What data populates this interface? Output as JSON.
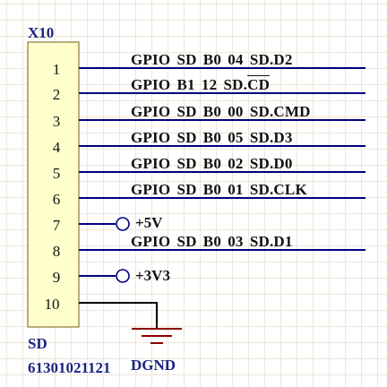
{
  "component": {
    "designator": "X10",
    "name": "SD",
    "part_number": "61301021121",
    "body_color": "#ffffcc",
    "wire_color": "#000080",
    "pins": [
      {
        "number": "1"
      },
      {
        "number": "2"
      },
      {
        "number": "3"
      },
      {
        "number": "4"
      },
      {
        "number": "5"
      },
      {
        "number": "6"
      },
      {
        "number": "7"
      },
      {
        "number": "8"
      },
      {
        "number": "9"
      },
      {
        "number": "10"
      }
    ]
  },
  "nets": [
    {
      "pin": "1",
      "prefix": "GPIO_SD_B0_04_",
      "signal": "SD.D2"
    },
    {
      "pin": "2",
      "prefix": "GPIO_B1_12_",
      "signal": "SD.",
      "signal_overline": "CD"
    },
    {
      "pin": "3",
      "prefix": "GPIO_SD_B0_00_",
      "signal": "SD.CMD"
    },
    {
      "pin": "4",
      "prefix": "GPIO_SD_B0_05_",
      "signal": "SD.D3"
    },
    {
      "pin": "5",
      "prefix": "GPIO_SD_B0_02_",
      "signal": "SD.D0"
    },
    {
      "pin": "6",
      "prefix": "GPIO_SD_B0_01_",
      "signal": "SD.CLK"
    },
    {
      "pin": "8",
      "prefix": "GPIO_SD_B0_03_",
      "signal": "SD.D1"
    }
  ],
  "power": [
    {
      "pin": "7",
      "label": "+5V"
    },
    {
      "pin": "9",
      "label": "+3V3"
    }
  ],
  "ground": {
    "pin": "10",
    "label": "DGND",
    "color": "#8b0000"
  }
}
